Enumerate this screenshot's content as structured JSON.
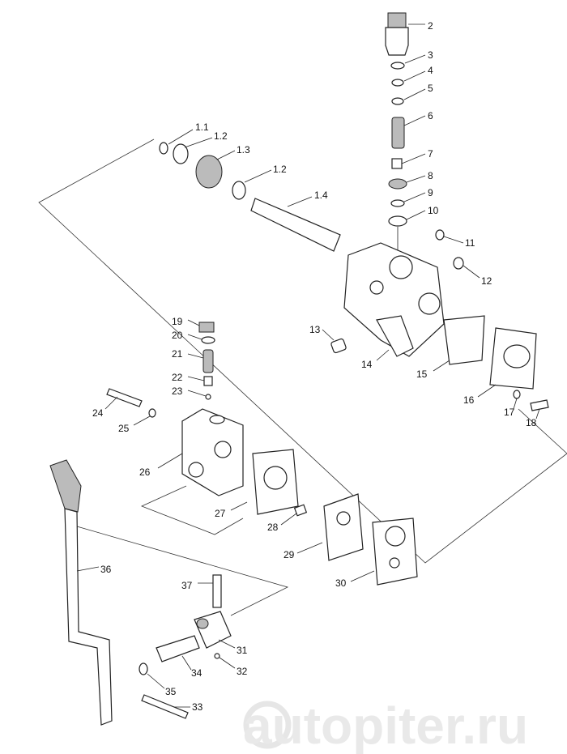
{
  "watermark": "autopiter.ru",
  "labels": {
    "p2": "2",
    "p3": "3",
    "p4": "4",
    "p5": "5",
    "p6": "6",
    "p7": "7",
    "p8": "8",
    "p9": "9",
    "p10": "10",
    "p11": "11",
    "p12": "12",
    "p13": "13",
    "p14": "14",
    "p15": "15",
    "p16": "16",
    "p17": "17",
    "p18": "18",
    "p1_1": "1.1",
    "p1_2a": "1.2",
    "p1_3": "1.3",
    "p1_2b": "1.2",
    "p1_4": "1.4",
    "p19": "19",
    "p20": "20",
    "p21": "21",
    "p22": "22",
    "p23": "23",
    "p24": "24",
    "p25": "25",
    "p26": "26",
    "p27": "27",
    "p28": "28",
    "p29": "29",
    "p30": "30",
    "p31": "31",
    "p32": "32",
    "p33": "33",
    "p34": "34",
    "p35": "35",
    "p36": "36",
    "p37": "37"
  }
}
